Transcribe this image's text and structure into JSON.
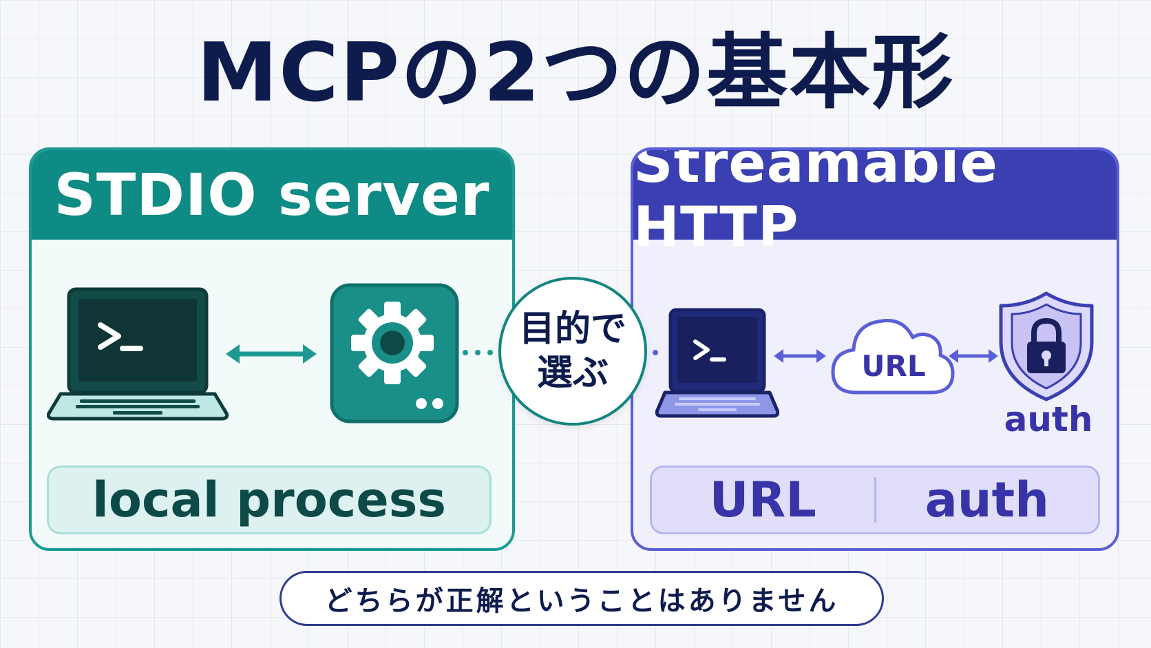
{
  "title": "MCPの2つの基本形",
  "left_panel": {
    "header": "STDIO server",
    "pill_label": "local process"
  },
  "right_panel": {
    "header": "Streamable HTTP",
    "cloud_label": "URL",
    "auth_label": "auth",
    "pill_left": "URL",
    "pill_right": "auth"
  },
  "center": {
    "line1": "目的で",
    "line2": "選ぶ"
  },
  "bottom_note": "どちらが正解ということはありません",
  "icons": {
    "left_laptop": "laptop-terminal-icon",
    "gear": "gear-server-icon",
    "right_laptop": "laptop-terminal-icon",
    "cloud": "cloud-icon",
    "shield": "shield-lock-icon"
  },
  "colors": {
    "stdio_accent": "#0e8b84",
    "http_accent": "#3a3fb1",
    "title": "#0e1b4d"
  }
}
